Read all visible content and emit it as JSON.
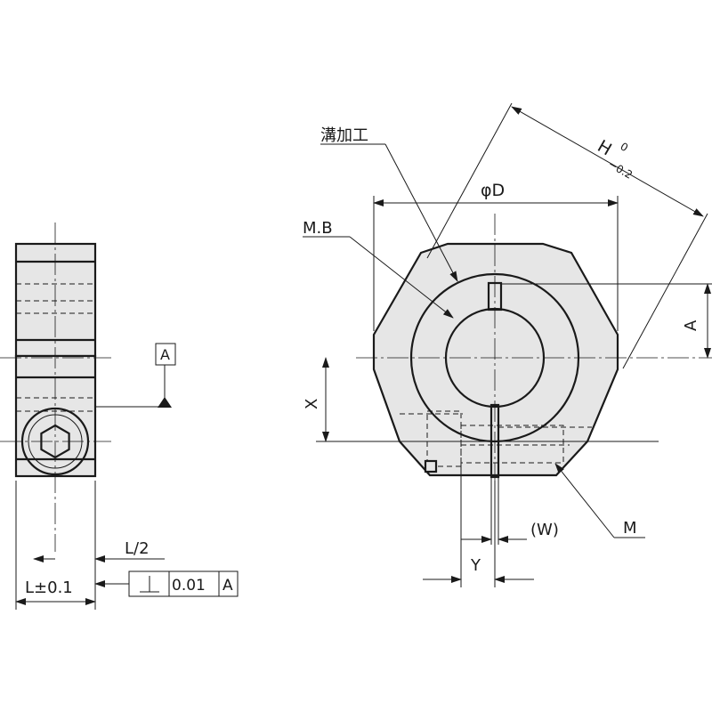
{
  "labels": {
    "groove": "溝加工",
    "phi_d": "φD",
    "h_main": "H",
    "h_upper": "0",
    "h_lower": "−0.2",
    "mb": "M.B",
    "a_dim": "A",
    "x_dim": "X",
    "w_dim": "(W)",
    "m_dim": "M",
    "y_dim": "Y",
    "l_half": "L/2",
    "l_tol": "L±0.1",
    "datum": "A",
    "fcf_tol": "0.01",
    "fcf_ref": "A"
  },
  "icons": {
    "perpendicularity": "perpendicularity-icon",
    "datum_triangle": "datum-triangle-icon",
    "hex_socket": "hex-socket-icon"
  },
  "colors": {
    "body_fill": "#e6e6e6",
    "line": "#1a1a1a"
  }
}
